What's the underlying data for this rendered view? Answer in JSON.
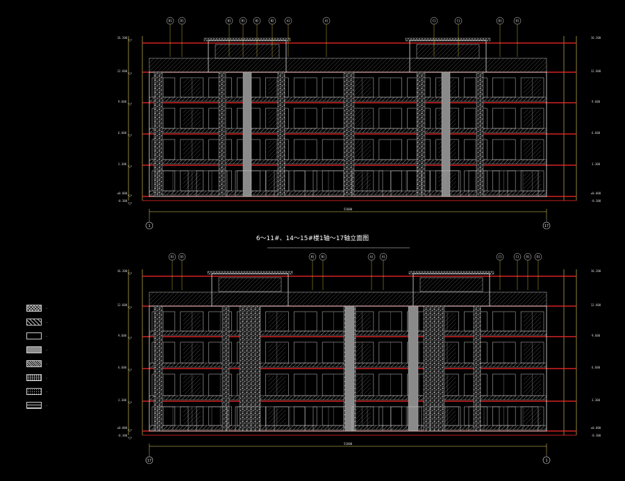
{
  "drawing": {
    "title": "6～11#、14～15#楼1轴～17轴立面图",
    "colors": {
      "background": "#000000",
      "floor_line": "#ff2a2a",
      "outline": "#e8e8e8",
      "dimension": "#f0e060",
      "tag": "#f0e040",
      "fill_gray": "#8a8a8a"
    }
  },
  "top_elevation": {
    "axis_left": "1",
    "axis_right": "17",
    "total_width": "51600",
    "levels": [
      "16.200",
      "12.600",
      "9.600",
      "6.600",
      "3.300",
      "±0.000",
      "-0.300"
    ],
    "tags": [
      "D1",
      "D1",
      "B1",
      "B1",
      "B2",
      "B2",
      "A1",
      "A1",
      "C1",
      "C1",
      "D1",
      "D1"
    ]
  },
  "bottom_elevation": {
    "axis_left": "17",
    "axis_right": "1",
    "total_width": "51600",
    "levels": [
      "16.200",
      "12.600",
      "9.600",
      "6.600",
      "3.300",
      "±0.000",
      "-0.300"
    ],
    "tags": [
      "D1",
      "D1",
      "B1",
      "B1",
      "A1",
      "A1",
      "C1",
      "C1",
      "D1",
      "D1"
    ]
  },
  "legend": [
    {
      "name": "legend-cross-hatch",
      "label": "—",
      "pattern": "cross"
    },
    {
      "name": "legend-diagonal",
      "label": "—",
      "pattern": "diag"
    },
    {
      "name": "legend-blank",
      "label": "—",
      "pattern": "blank"
    },
    {
      "name": "legend-solid-gray",
      "label": "—",
      "pattern": "gray"
    },
    {
      "name": "legend-dense-diagonal",
      "label": "—",
      "pattern": "dense"
    },
    {
      "name": "legend-stone",
      "label": "—",
      "pattern": "stone"
    },
    {
      "name": "legend-dots",
      "label": "—",
      "pattern": "dots"
    },
    {
      "name": "legend-brick",
      "label": "—",
      "pattern": "brick"
    }
  ]
}
